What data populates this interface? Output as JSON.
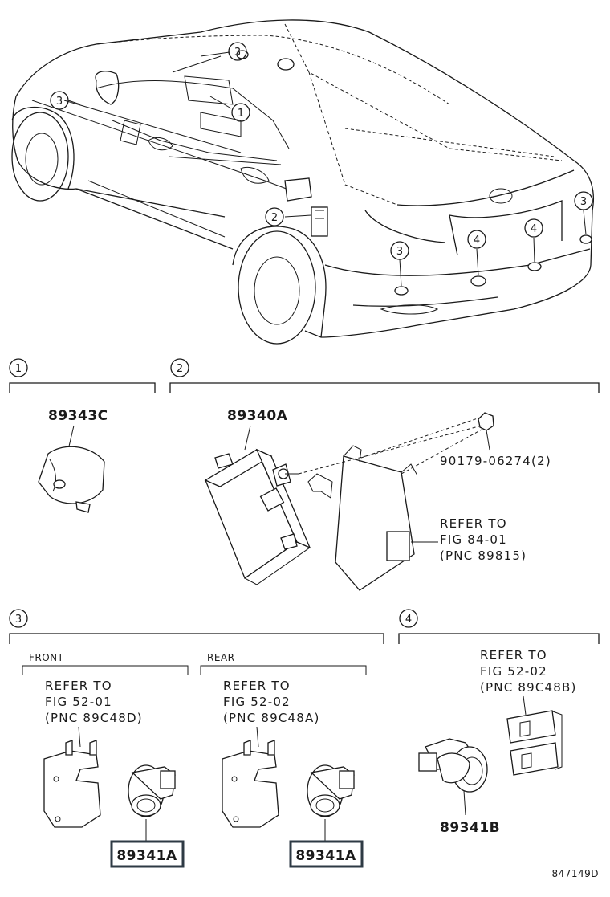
{
  "callouts": {
    "c1": "1",
    "c2": "2",
    "c3": "3",
    "c4": "4"
  },
  "section1": {
    "part_number": "89343C"
  },
  "section2": {
    "part_number": "89340A",
    "bolt_number": "90179-06274(2)",
    "refer_lines": [
      "REFER TO",
      "FIG 84-01",
      "(PNC 89815)"
    ]
  },
  "section3": {
    "front_label": "FRONT",
    "rear_label": "REAR",
    "front_refer": [
      "REFER TO",
      "FIG 52-01",
      "(PNC 89C48D)"
    ],
    "rear_refer": [
      "REFER TO",
      "FIG 52-02",
      "(PNC 89C48A)"
    ],
    "front_part_number": "89341A",
    "rear_part_number": "89341A"
  },
  "section4": {
    "refer_lines": [
      "REFER TO",
      "FIG 52-02",
      "(PNC 89C48B)"
    ],
    "part_number": "89341B"
  },
  "figure_code": "847149D"
}
